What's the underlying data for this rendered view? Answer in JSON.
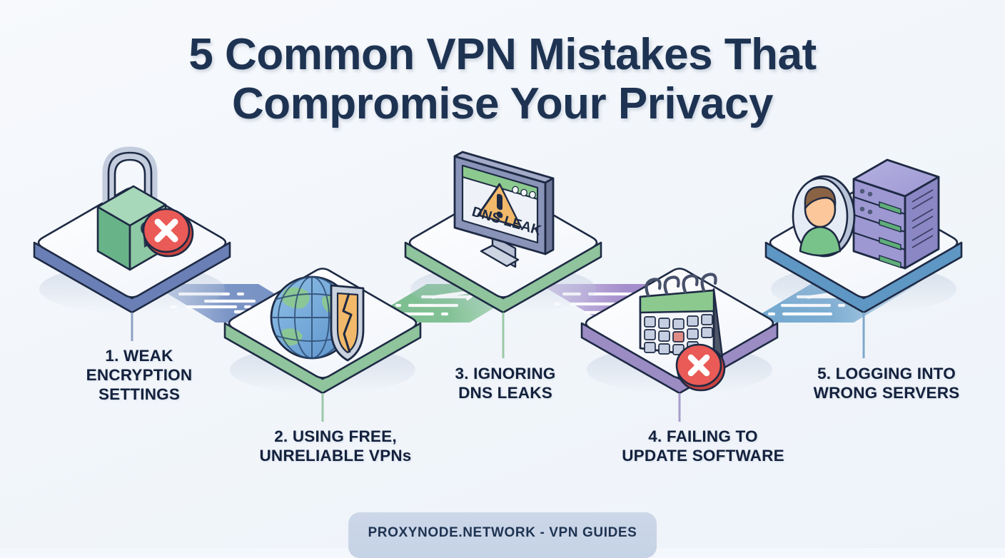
{
  "background_color": "#f4f7fb",
  "title": {
    "line1": "5 Common VPN Mistakes That",
    "line2": "Compromise Your Privacy",
    "color": "#1e3352"
  },
  "steps": [
    {
      "number": "1",
      "label": "1. WEAK\nENCRYPTION\nSETTINGS",
      "icon": "padlock-with-red-x-icon",
      "platform_edge_color": "#6a7fb5",
      "stem_color": "#8fa3c4"
    },
    {
      "number": "2",
      "label": "2. USING FREE,\nUNRELIABLE VPNs",
      "icon": "globe-with-broken-shield-icon",
      "platform_edge_color": "#8fc49c",
      "stem_color": "#9bc9a8"
    },
    {
      "number": "3",
      "label": "3. IGNORING\nDNS LEAKS",
      "icon": "monitor-dns-leak-warning-icon",
      "platform_edge_color": "#8fc49c",
      "stem_color": "#9bc9a8"
    },
    {
      "number": "4",
      "label": "4. FAILING TO\nUPDATE SOFTWARE",
      "icon": "calendar-with-red-x-icon",
      "platform_edge_color": "#9b8cc4",
      "stem_color": "#a79ccb"
    },
    {
      "number": "5",
      "label": "5. LOGGING INTO\nWRONG SERVERS",
      "icon": "user-avatar-with-server-rack-icon",
      "platform_edge_color": "#5e96c4",
      "stem_color": "#7fa8cc"
    }
  ],
  "connectors": [
    {
      "from": "1",
      "to": "2",
      "color": "#6e8ac0",
      "direction": "down-right",
      "arrow": "arrow-icon"
    },
    {
      "from": "2",
      "to": "3",
      "color": "#6fb883",
      "direction": "up-right",
      "arrow": "arrow-icon"
    },
    {
      "from": "3",
      "to": "4",
      "color": "#9a7fc6",
      "direction": "down-right",
      "arrow": "arrow-icon"
    },
    {
      "from": "4",
      "to": "5",
      "color": "#6da4cd",
      "direction": "up-right",
      "arrow": "arrow-icon"
    }
  ],
  "icon_colors": {
    "padlock_body": "#8dc9a4",
    "padlock_shackle": "#c3cddd",
    "red_badge": "#ea5a56",
    "globe_blue": "#6fa3d6",
    "globe_green": "#8cc98f",
    "shield_orange": "#f2b96a",
    "shield_silver": "#c9d2de",
    "monitor_frame": "#8a93b8",
    "monitor_screen": "#eef2f8",
    "monitor_titlebar": "#8cc98f",
    "warning_triangle": "#f2b96a",
    "calendar_header": "#8cc98f",
    "calendar_cell": "#c6cfe2",
    "server_purple": "#a5a0d8",
    "server_purple_dark": "#8b86c4",
    "server_led": "#5fae7a",
    "avatar_skin": "#fbc79b",
    "avatar_hair": "#8a6244",
    "avatar_shirt": "#78c38a",
    "outline": "#1e2a44"
  },
  "screen_text": {
    "dns_leak": "DNS LEAK"
  },
  "footer": {
    "text": "PROXYNODE.NETWORK - VPN GUIDES",
    "background": "#c9d4e6",
    "color": "#1e3352"
  }
}
